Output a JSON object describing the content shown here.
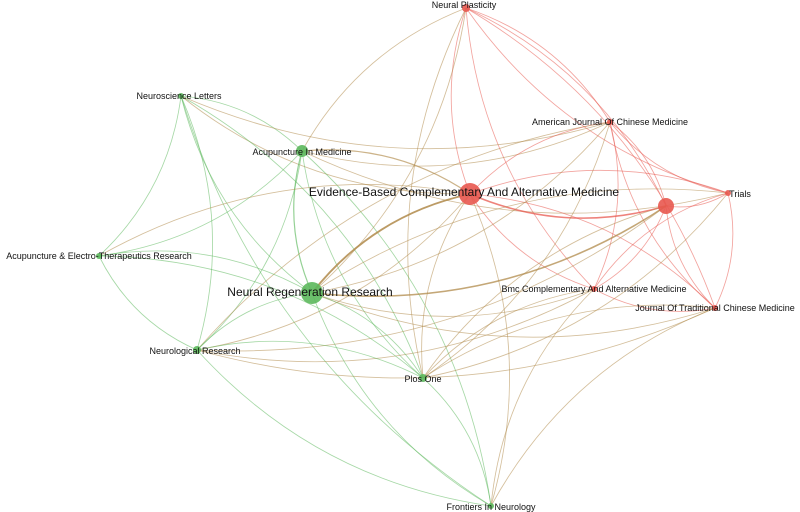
{
  "graph": {
    "colors": {
      "green": "#5cb85c",
      "green_light": "#8fd68f",
      "red": "#e8584f",
      "red_light": "#f29a92",
      "mixed": "#b08a4a"
    },
    "nodes": [
      {
        "id": "neural-plasticity",
        "label": "Neural Plasticity",
        "cluster": "red",
        "weight": 1
      },
      {
        "id": "neuroscience-letters",
        "label": "Neuroscience Letters",
        "cluster": "green",
        "weight": 1
      },
      {
        "id": "acupuncture-in-medicine",
        "label": "Acupuncture In Medicine",
        "cluster": "green",
        "weight": 2
      },
      {
        "id": "american-journal-chinese-medicine",
        "label": "American Journal Of Chinese Medicine",
        "cluster": "red",
        "weight": 1
      },
      {
        "id": "ecam",
        "label": "Evidence-Based Complementary And Alternative Medicine",
        "cluster": "red",
        "weight": 4
      },
      {
        "id": "trials",
        "label": "Trials",
        "cluster": "red",
        "weight": 1
      },
      {
        "id": "red-unlabeled",
        "label": "",
        "cluster": "red",
        "weight": 3
      },
      {
        "id": "acupuncture-electro",
        "label": "Acupuncture & Electro-Therapeutics Research",
        "cluster": "green",
        "weight": 1
      },
      {
        "id": "neural-regeneration-research",
        "label": "Neural Regeneration Research",
        "cluster": "green",
        "weight": 4
      },
      {
        "id": "bmc-cam",
        "label": "Bmc Complementary And Alternative Medicine",
        "cluster": "red",
        "weight": 1
      },
      {
        "id": "jtcm",
        "label": "Journal Of Traditional Chinese Medicine",
        "cluster": "red",
        "weight": 1
      },
      {
        "id": "neurological-research",
        "label": "Neurological Research",
        "cluster": "green",
        "weight": 1
      },
      {
        "id": "plos-one",
        "label": "Plos One",
        "cluster": "green",
        "weight": 1
      },
      {
        "id": "frontiers-in-neurology",
        "label": "Frontiers In Neurology",
        "cluster": "green",
        "weight": 1
      }
    ],
    "edges": [
      [
        "neural-plasticity",
        "ecam"
      ],
      [
        "neural-plasticity",
        "american-journal-chinese-medicine"
      ],
      [
        "neural-plasticity",
        "trials"
      ],
      [
        "neural-plasticity",
        "neural-regeneration-research"
      ],
      [
        "neural-plasticity",
        "bmc-cam"
      ],
      [
        "neural-plasticity",
        "jtcm"
      ],
      [
        "neural-plasticity",
        "acupuncture-in-medicine"
      ],
      [
        "neural-plasticity",
        "red-unlabeled"
      ],
      [
        "neural-plasticity",
        "plos-one"
      ],
      [
        "neuroscience-letters",
        "acupuncture-in-medicine"
      ],
      [
        "neuroscience-letters",
        "neural-regeneration-research"
      ],
      [
        "neuroscience-letters",
        "neurological-research"
      ],
      [
        "neuroscience-letters",
        "ecam"
      ],
      [
        "neuroscience-letters",
        "plos-one"
      ],
      [
        "neuroscience-letters",
        "american-journal-chinese-medicine"
      ],
      [
        "neuroscience-letters",
        "acupuncture-electro"
      ],
      [
        "neuroscience-letters",
        "frontiers-in-neurology"
      ],
      [
        "acupuncture-in-medicine",
        "ecam"
      ],
      [
        "acupuncture-in-medicine",
        "neural-regeneration-research"
      ],
      [
        "acupuncture-in-medicine",
        "neurological-research"
      ],
      [
        "acupuncture-in-medicine",
        "plos-one"
      ],
      [
        "acupuncture-in-medicine",
        "frontiers-in-neurology"
      ],
      [
        "acupuncture-in-medicine",
        "american-journal-chinese-medicine"
      ],
      [
        "acupuncture-in-medicine",
        "acupuncture-electro"
      ],
      [
        "acupuncture-in-medicine",
        "trials"
      ],
      [
        "ecam",
        "american-journal-chinese-medicine"
      ],
      [
        "ecam",
        "red-unlabeled"
      ],
      [
        "ecam",
        "trials"
      ],
      [
        "ecam",
        "bmc-cam"
      ],
      [
        "ecam",
        "jtcm"
      ],
      [
        "ecam",
        "neural-regeneration-research"
      ],
      [
        "ecam",
        "neurological-research"
      ],
      [
        "ecam",
        "plos-one"
      ],
      [
        "ecam",
        "frontiers-in-neurology"
      ],
      [
        "ecam",
        "acupuncture-electro"
      ],
      [
        "american-journal-chinese-medicine",
        "red-unlabeled"
      ],
      [
        "american-journal-chinese-medicine",
        "trials"
      ],
      [
        "american-journal-chinese-medicine",
        "bmc-cam"
      ],
      [
        "american-journal-chinese-medicine",
        "jtcm"
      ],
      [
        "american-journal-chinese-medicine",
        "neural-regeneration-research"
      ],
      [
        "american-journal-chinese-medicine",
        "neurological-research"
      ],
      [
        "american-journal-chinese-medicine",
        "plos-one"
      ],
      [
        "red-unlabeled",
        "trials"
      ],
      [
        "red-unlabeled",
        "bmc-cam"
      ],
      [
        "red-unlabeled",
        "jtcm"
      ],
      [
        "red-unlabeled",
        "neural-regeneration-research"
      ],
      [
        "red-unlabeled",
        "plos-one"
      ],
      [
        "red-unlabeled",
        "neurological-research"
      ],
      [
        "trials",
        "bmc-cam"
      ],
      [
        "trials",
        "jtcm"
      ],
      [
        "trials",
        "neural-regeneration-research"
      ],
      [
        "trials",
        "plos-one"
      ],
      [
        "bmc-cam",
        "jtcm"
      ],
      [
        "bmc-cam",
        "neural-regeneration-research"
      ],
      [
        "bmc-cam",
        "plos-one"
      ],
      [
        "bmc-cam",
        "neurological-research"
      ],
      [
        "bmc-cam",
        "frontiers-in-neurology"
      ],
      [
        "jtcm",
        "neural-regeneration-research"
      ],
      [
        "jtcm",
        "plos-one"
      ],
      [
        "jtcm",
        "neurological-research"
      ],
      [
        "jtcm",
        "frontiers-in-neurology"
      ],
      [
        "acupuncture-electro",
        "neural-regeneration-research"
      ],
      [
        "acupuncture-electro",
        "neurological-research"
      ],
      [
        "acupuncture-electro",
        "plos-one"
      ],
      [
        "neural-regeneration-research",
        "neurological-research"
      ],
      [
        "neural-regeneration-research",
        "plos-one"
      ],
      [
        "neural-regeneration-research",
        "frontiers-in-neurology"
      ],
      [
        "neurological-research",
        "plos-one"
      ],
      [
        "neurological-research",
        "frontiers-in-neurology"
      ],
      [
        "plos-one",
        "frontiers-in-neurology"
      ]
    ]
  }
}
